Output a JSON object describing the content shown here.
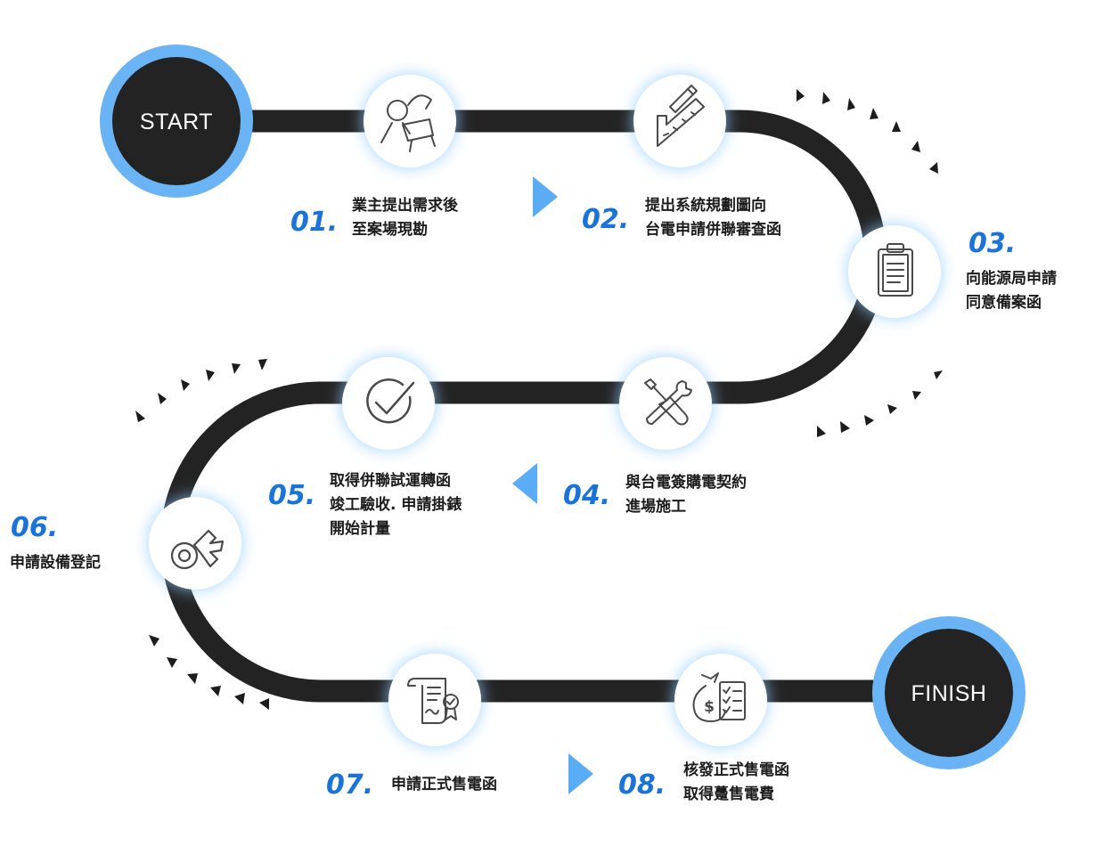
{
  "start": {
    "label": "START"
  },
  "finish": {
    "label": "FINISH"
  },
  "steps": [
    {
      "num": "01.",
      "lines": [
        "業主提出需求後",
        "至案場現勘"
      ],
      "icon": "site-survey-icon"
    },
    {
      "num": "02.",
      "lines": [
        "提出系統規劃圖向",
        "台電申請併聯審查函"
      ],
      "icon": "ruler-pencil-icon"
    },
    {
      "num": "03.",
      "lines": [
        "向能源局申請",
        "同意備案函"
      ],
      "icon": "clipboard-icon"
    },
    {
      "num": "04.",
      "lines": [
        "與台電簽購電契約",
        "進場施工"
      ],
      "icon": "tools-icon"
    },
    {
      "num": "05.",
      "lines": [
        "取得併聯試運轉函",
        "竣工驗收. 申請掛錶",
        "開始計量"
      ],
      "icon": "check-circle-icon"
    },
    {
      "num": "06.",
      "lines": [
        "申請設備登記"
      ],
      "icon": "ok-icon"
    },
    {
      "num": "07.",
      "lines": [
        "申請正式售電函"
      ],
      "icon": "certificate-icon"
    },
    {
      "num": "08.",
      "lines": [
        "核發正式售電函",
        "取得躉售電費"
      ],
      "icon": "money-checklist-icon"
    }
  ],
  "colors": {
    "road": "#232323",
    "accent_ring": "#6ab4f5",
    "arrow": "#5aacf5",
    "number": "#1a73d9",
    "text": "#1c1c1c",
    "icon_stroke": "#4a4a4a"
  }
}
